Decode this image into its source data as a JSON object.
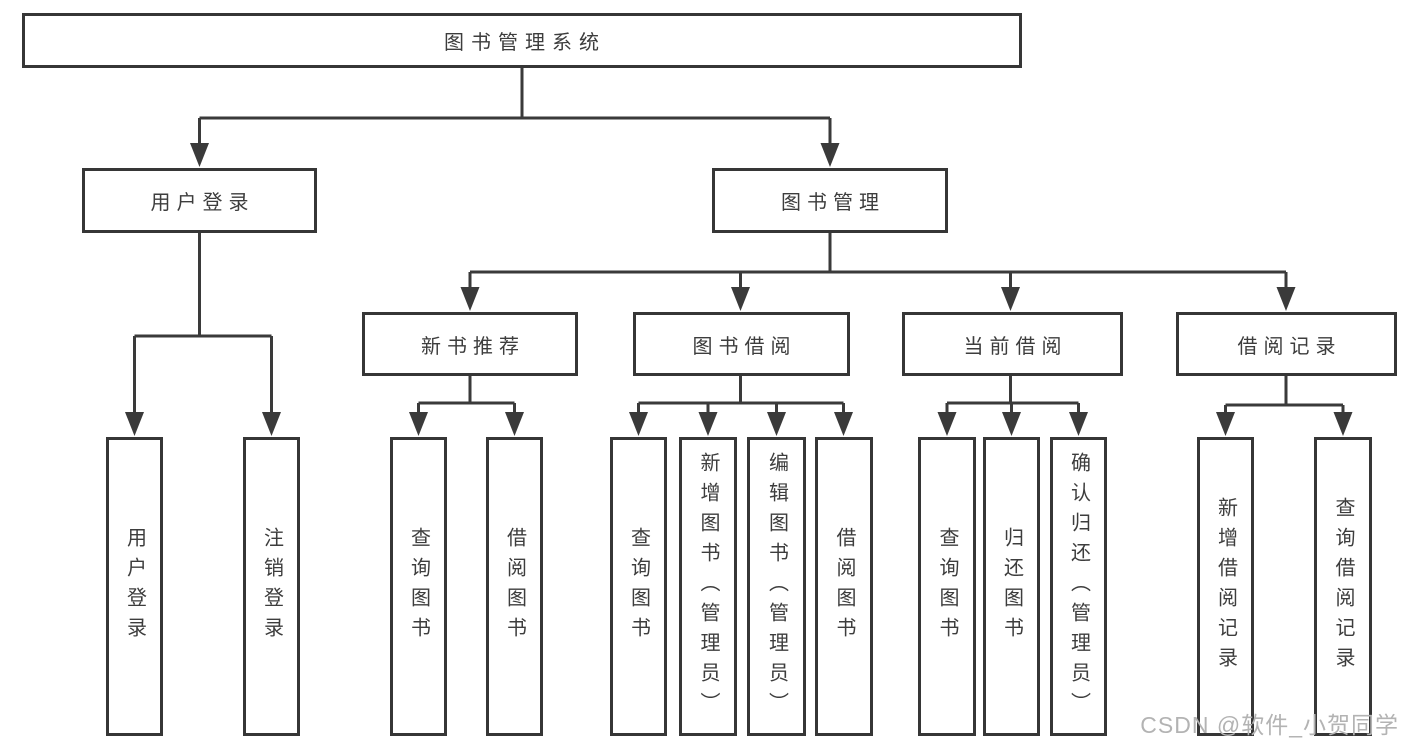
{
  "diagram_title": "图书管理系统",
  "watermark": "CSDN @软件_小贺同学",
  "colors": {
    "line": "#3a3a3a",
    "border": "#363636",
    "text": "#3d3d3d",
    "watermark": "#b3b3b3",
    "background": "#ffffff"
  },
  "nodes": {
    "root": {
      "label": "图书管理系统"
    },
    "level2": [
      {
        "label": "用户登录"
      },
      {
        "label": "图书管理"
      }
    ],
    "level3": [
      {
        "label": "新书推荐",
        "parent": "图书管理"
      },
      {
        "label": "图书借阅",
        "parent": "图书管理"
      },
      {
        "label": "当前借阅",
        "parent": "图书管理"
      },
      {
        "label": "借阅记录",
        "parent": "图书管理"
      }
    ],
    "leaves": [
      {
        "label": "用户登录",
        "parent": "用户登录"
      },
      {
        "label": "注销登录",
        "parent": "用户登录"
      },
      {
        "label": "查询图书",
        "parent": "新书推荐"
      },
      {
        "label": "借阅图书",
        "parent": "新书推荐"
      },
      {
        "label": "查询图书",
        "parent": "图书借阅"
      },
      {
        "label": "新增图书（管理员）",
        "parent": "图书借阅"
      },
      {
        "label": "编辑图书（管理员）",
        "parent": "图书借阅"
      },
      {
        "label": "借阅图书",
        "parent": "图书借阅"
      },
      {
        "label": "查询图书",
        "parent": "当前借阅"
      },
      {
        "label": "归还图书",
        "parent": "当前借阅"
      },
      {
        "label": "确认归还（管理员）",
        "parent": "当前借阅"
      },
      {
        "label": "新增借阅记录",
        "parent": "借阅记录"
      },
      {
        "label": "查询借阅记录",
        "parent": "借阅记录"
      }
    ]
  }
}
